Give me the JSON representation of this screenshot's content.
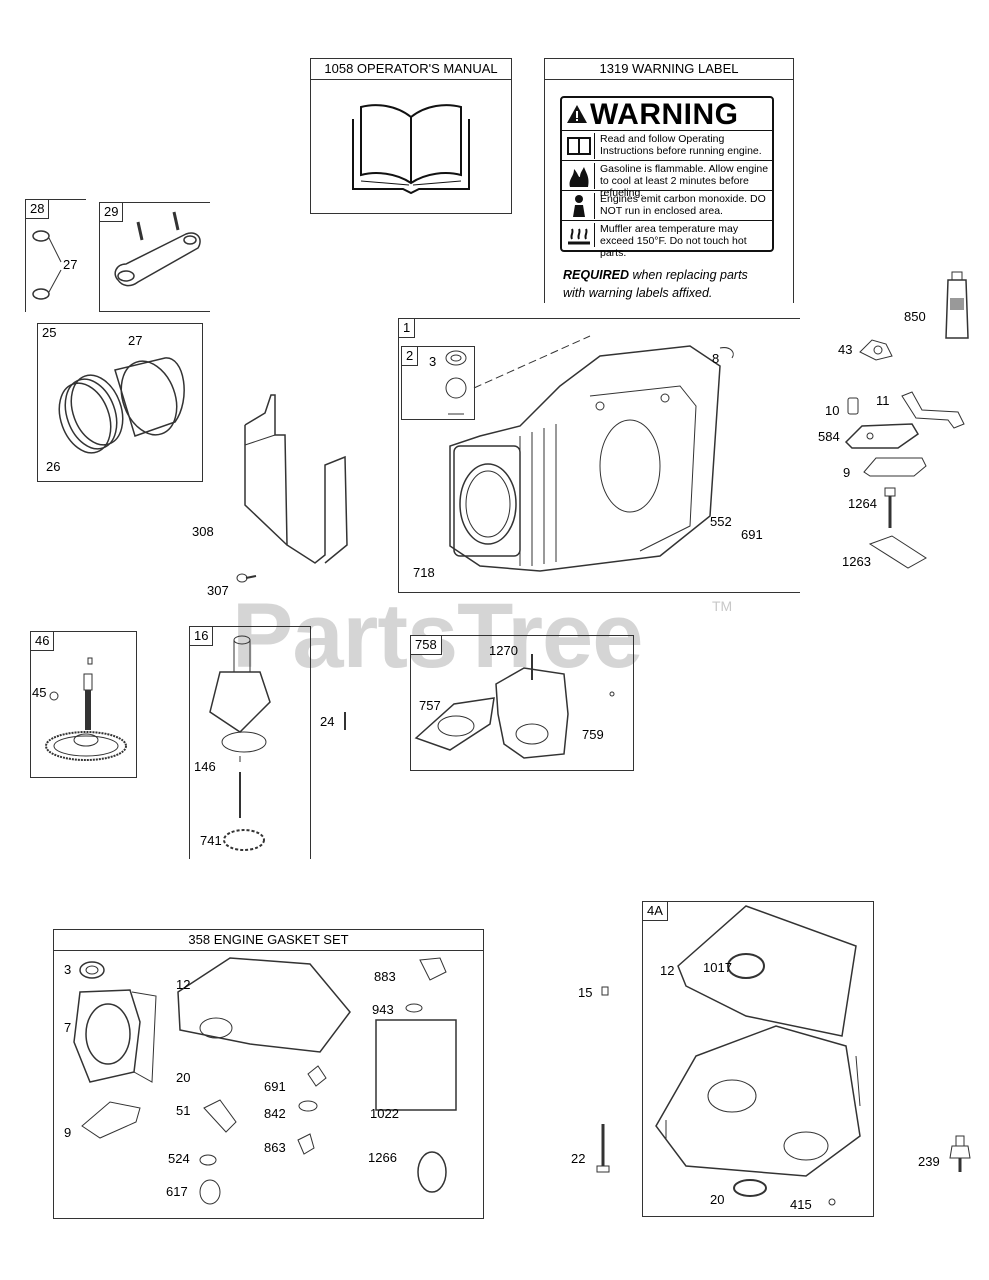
{
  "watermark": {
    "text": "PartsTree",
    "tm": "TM"
  },
  "manual": {
    "header": "1058 OPERATOR'S MANUAL"
  },
  "warning_label": {
    "header": "1319 WARNING LABEL",
    "title": "WARNING",
    "rows": [
      "Read and follow Operating Instructions before running engine.",
      "Gasoline is flammable. Allow engine to cool at least 2 minutes before refueling.",
      "Engines emit carbon monoxide. DO NOT run in enclosed area.",
      "Muffler area temperature may exceed 150°F. Do not touch hot parts."
    ],
    "required_bold": "REQUIRED",
    "required_rest": " when replacing parts",
    "required_line2": "with warning labels affixed."
  },
  "gasket_set": {
    "header": "358 ENGINE GASKET SET"
  },
  "tags": {
    "t28": "28",
    "t29": "29",
    "t25": "25",
    "t1": "1",
    "t2": "2",
    "t46": "46",
    "t16": "16",
    "t758": "758",
    "t4a": "4A"
  },
  "labels": {
    "l27a": "27",
    "l27b": "27",
    "l26": "26",
    "l3a": "3",
    "l8": "8",
    "l850": "850",
    "l43": "43",
    "l10": "10",
    "l11": "11",
    "l584": "584",
    "l9a": "9",
    "l1264": "1264",
    "l1263": "1263",
    "l552": "552",
    "l691a": "691",
    "l718": "718",
    "l308": "308",
    "l307": "307",
    "l45": "45",
    "l24": "24",
    "l146": "146",
    "l741": "741",
    "l1270": "1270",
    "l757": "757",
    "l759": "759",
    "l3b": "3",
    "l7": "7",
    "l9b": "9",
    "l12a": "12",
    "l20a": "20",
    "l51": "51",
    "l524": "524",
    "l617": "617",
    "l691b": "691",
    "l842": "842",
    "l863": "863",
    "l883": "883",
    "l943": "943",
    "l1022": "1022",
    "l1266": "1266",
    "l15": "15",
    "l22": "22",
    "l12b": "12",
    "l1017": "1017",
    "l20b": "20",
    "l415": "415",
    "l239": "239"
  }
}
